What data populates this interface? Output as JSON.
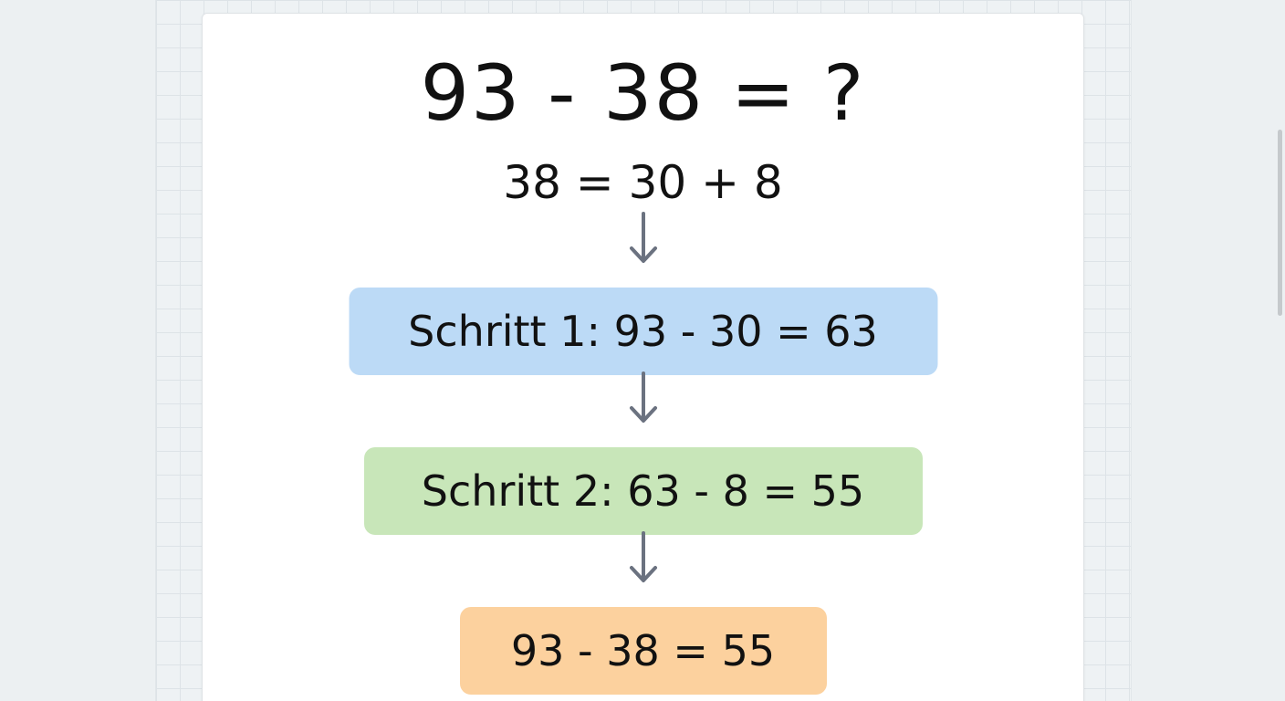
{
  "problem": {
    "title": "93 - 38 = ?",
    "decomposition": "38 = 30 + 8"
  },
  "steps": [
    {
      "label": "Schritt 1: 93 - 30 = 63",
      "color": "#bcdaf6"
    },
    {
      "label": "Schritt 2: 63 - 8 = 55",
      "color": "#c8e6b9"
    }
  ],
  "result": {
    "label": "93 - 38 = 55",
    "color": "#fcd19e"
  },
  "icons": {
    "arrow": "arrow-down-icon",
    "arrow_color": "#6b7280"
  }
}
